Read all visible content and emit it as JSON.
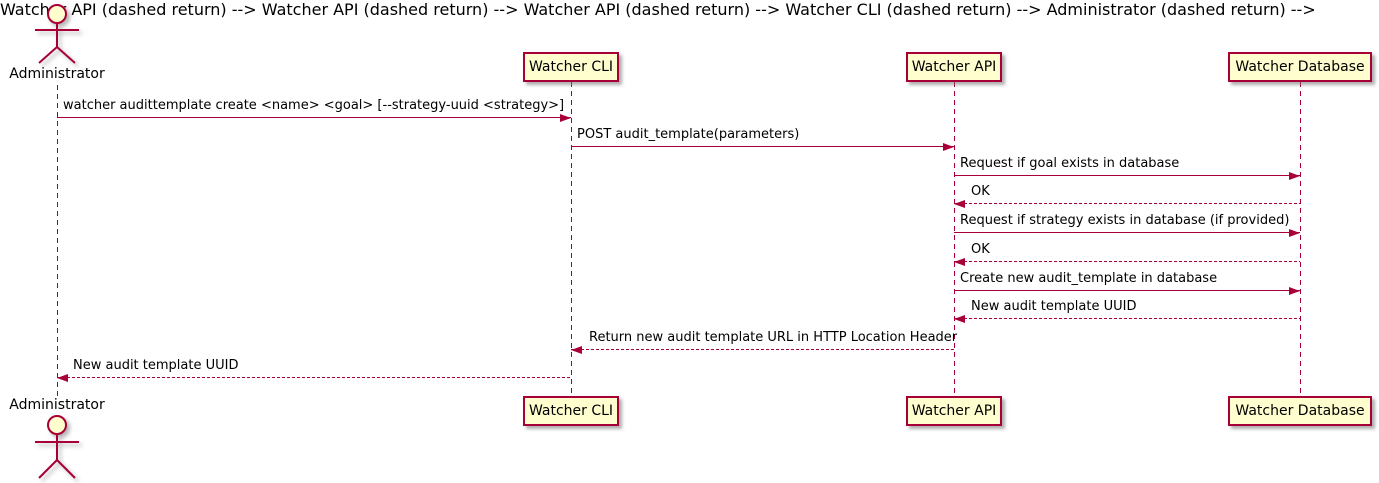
{
  "diagram": {
    "type": "uml-sequence-diagram",
    "colors": {
      "line": "#A80036",
      "participant_fill": "#FEFECE",
      "participant_border": "#A80036",
      "actor_head_fill": "#FEFECE",
      "text": "#000000",
      "background": "#FFFFFF"
    },
    "actor": {
      "label": "Administrator",
      "type": "actor"
    },
    "participants": {
      "cli": {
        "label": "Watcher CLI"
      },
      "api": {
        "label": "Watcher API"
      },
      "db": {
        "label": "Watcher Database"
      }
    },
    "messages": [
      {
        "from": "Administrator",
        "to": "Watcher CLI",
        "line": "solid",
        "text": "watcher audittemplate create <name> <goal> [--strategy-uuid <strategy>]"
      },
      {
        "from": "Watcher CLI",
        "to": "Watcher API",
        "line": "solid",
        "text": "POST audit_template(parameters)"
      },
      {
        "from": "Watcher API",
        "to": "Watcher Database",
        "line": "solid",
        "text": "Request if goal exists in database"
      },
      {
        "from": "Watcher Database",
        "to": "Watcher API",
        "line": "dashed",
        "text": "OK"
      },
      {
        "from": "Watcher API",
        "to": "Watcher Database",
        "line": "solid",
        "text": "Request if strategy exists in database (if provided)"
      },
      {
        "from": "Watcher Database",
        "to": "Watcher API",
        "line": "dashed",
        "text": "OK"
      },
      {
        "from": "Watcher API",
        "to": "Watcher Database",
        "line": "solid",
        "text": "Create new audit_template in database"
      },
      {
        "from": "Watcher Database",
        "to": "Watcher API",
        "line": "dashed",
        "text": "New audit template UUID"
      },
      {
        "from": "Watcher API",
        "to": "Watcher CLI",
        "line": "dashed",
        "text": "Return new audit template URL in HTTP Location Header"
      },
      {
        "from": "Watcher CLI",
        "to": "Administrator",
        "line": "dashed",
        "text": "New audit template UUID"
      }
    ]
  }
}
